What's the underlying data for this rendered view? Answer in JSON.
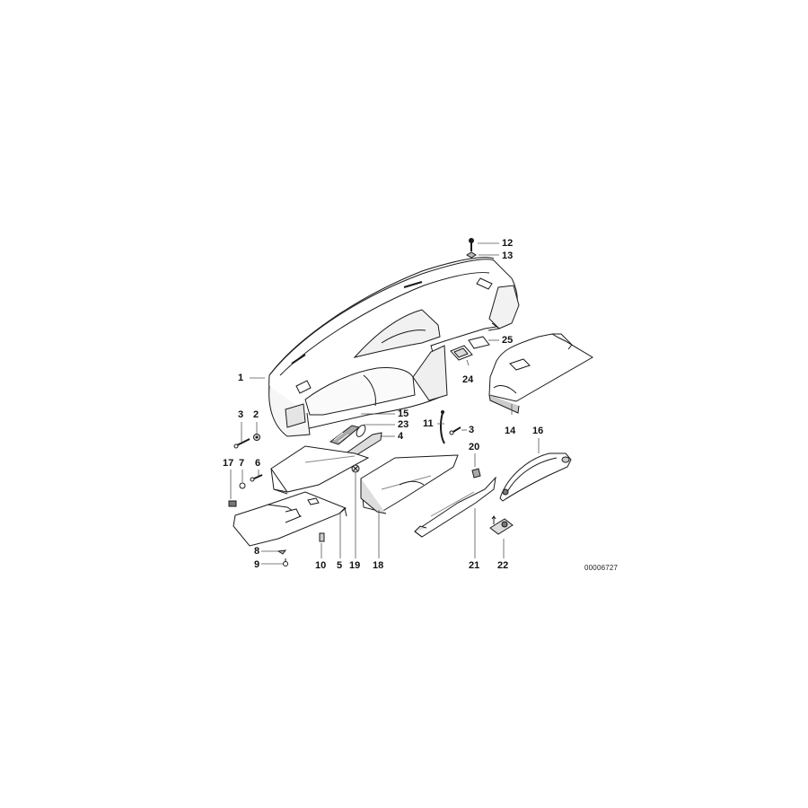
{
  "diagram": {
    "type": "exploded-parts-diagram",
    "subject": "dashboard / instrument panel trim",
    "reference_number": "00006727",
    "callouts": [
      {
        "id": "1",
        "label": "1"
      },
      {
        "id": "2",
        "label": "2"
      },
      {
        "id": "3a",
        "label": "3"
      },
      {
        "id": "3b",
        "label": "3"
      },
      {
        "id": "4",
        "label": "4"
      },
      {
        "id": "5",
        "label": "5"
      },
      {
        "id": "6",
        "label": "6"
      },
      {
        "id": "7",
        "label": "7"
      },
      {
        "id": "8",
        "label": "8"
      },
      {
        "id": "9",
        "label": "9"
      },
      {
        "id": "10",
        "label": "10"
      },
      {
        "id": "11",
        "label": "11"
      },
      {
        "id": "12",
        "label": "12"
      },
      {
        "id": "13",
        "label": "13"
      },
      {
        "id": "14",
        "label": "14"
      },
      {
        "id": "15",
        "label": "15"
      },
      {
        "id": "16",
        "label": "16"
      },
      {
        "id": "17",
        "label": "17"
      },
      {
        "id": "18",
        "label": "18"
      },
      {
        "id": "19",
        "label": "19"
      },
      {
        "id": "20",
        "label": "20"
      },
      {
        "id": "21",
        "label": "21"
      },
      {
        "id": "22",
        "label": "22"
      },
      {
        "id": "23",
        "label": "23"
      },
      {
        "id": "24",
        "label": "24"
      },
      {
        "id": "25",
        "label": "25"
      }
    ]
  },
  "colors": {
    "line": "#1a1a1a",
    "fill": "#ffffff",
    "shade": "#d9d9d9",
    "background": "#ffffff"
  }
}
